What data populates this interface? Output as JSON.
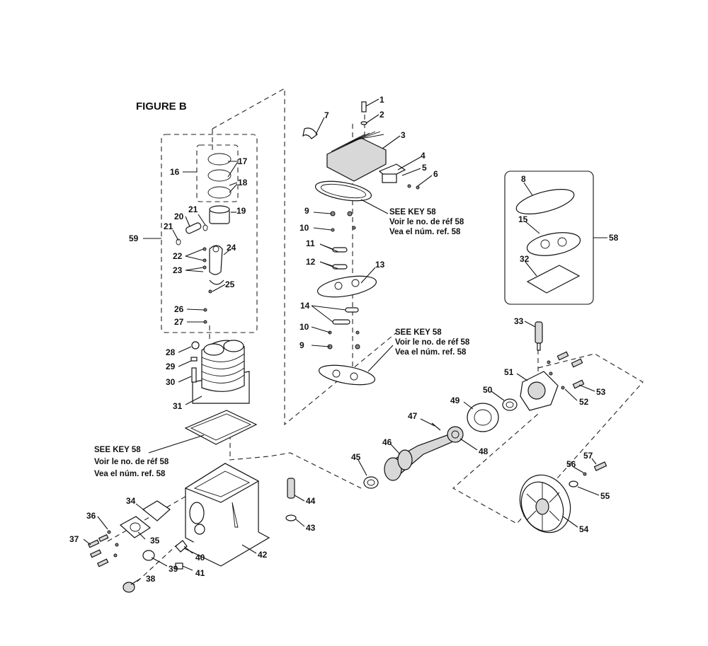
{
  "figure_title": "FIGURE B",
  "notes": {
    "see_key": "SEE KEY 58",
    "french": "Voir le no. de réf 58",
    "spanish": "Vea el núm. ref. 58"
  },
  "callouts": [
    "1",
    "2",
    "3",
    "4",
    "5",
    "6",
    "7",
    "8",
    "9",
    "10",
    "11",
    "12",
    "13",
    "14",
    "15",
    "16",
    "17",
    "18",
    "19",
    "20",
    "21",
    "22",
    "23",
    "24",
    "25",
    "26",
    "27",
    "28",
    "29",
    "30",
    "31",
    "32",
    "33",
    "34",
    "35",
    "36",
    "37",
    "38",
    "39",
    "40",
    "41",
    "42",
    "43",
    "44",
    "45",
    "46",
    "47",
    "48",
    "49",
    "50",
    "51",
    "52",
    "53",
    "54",
    "55",
    "56",
    "57",
    "58",
    "59"
  ],
  "duplicate_callouts": {
    "9b": "9",
    "10b": "10",
    "21b": "21"
  }
}
